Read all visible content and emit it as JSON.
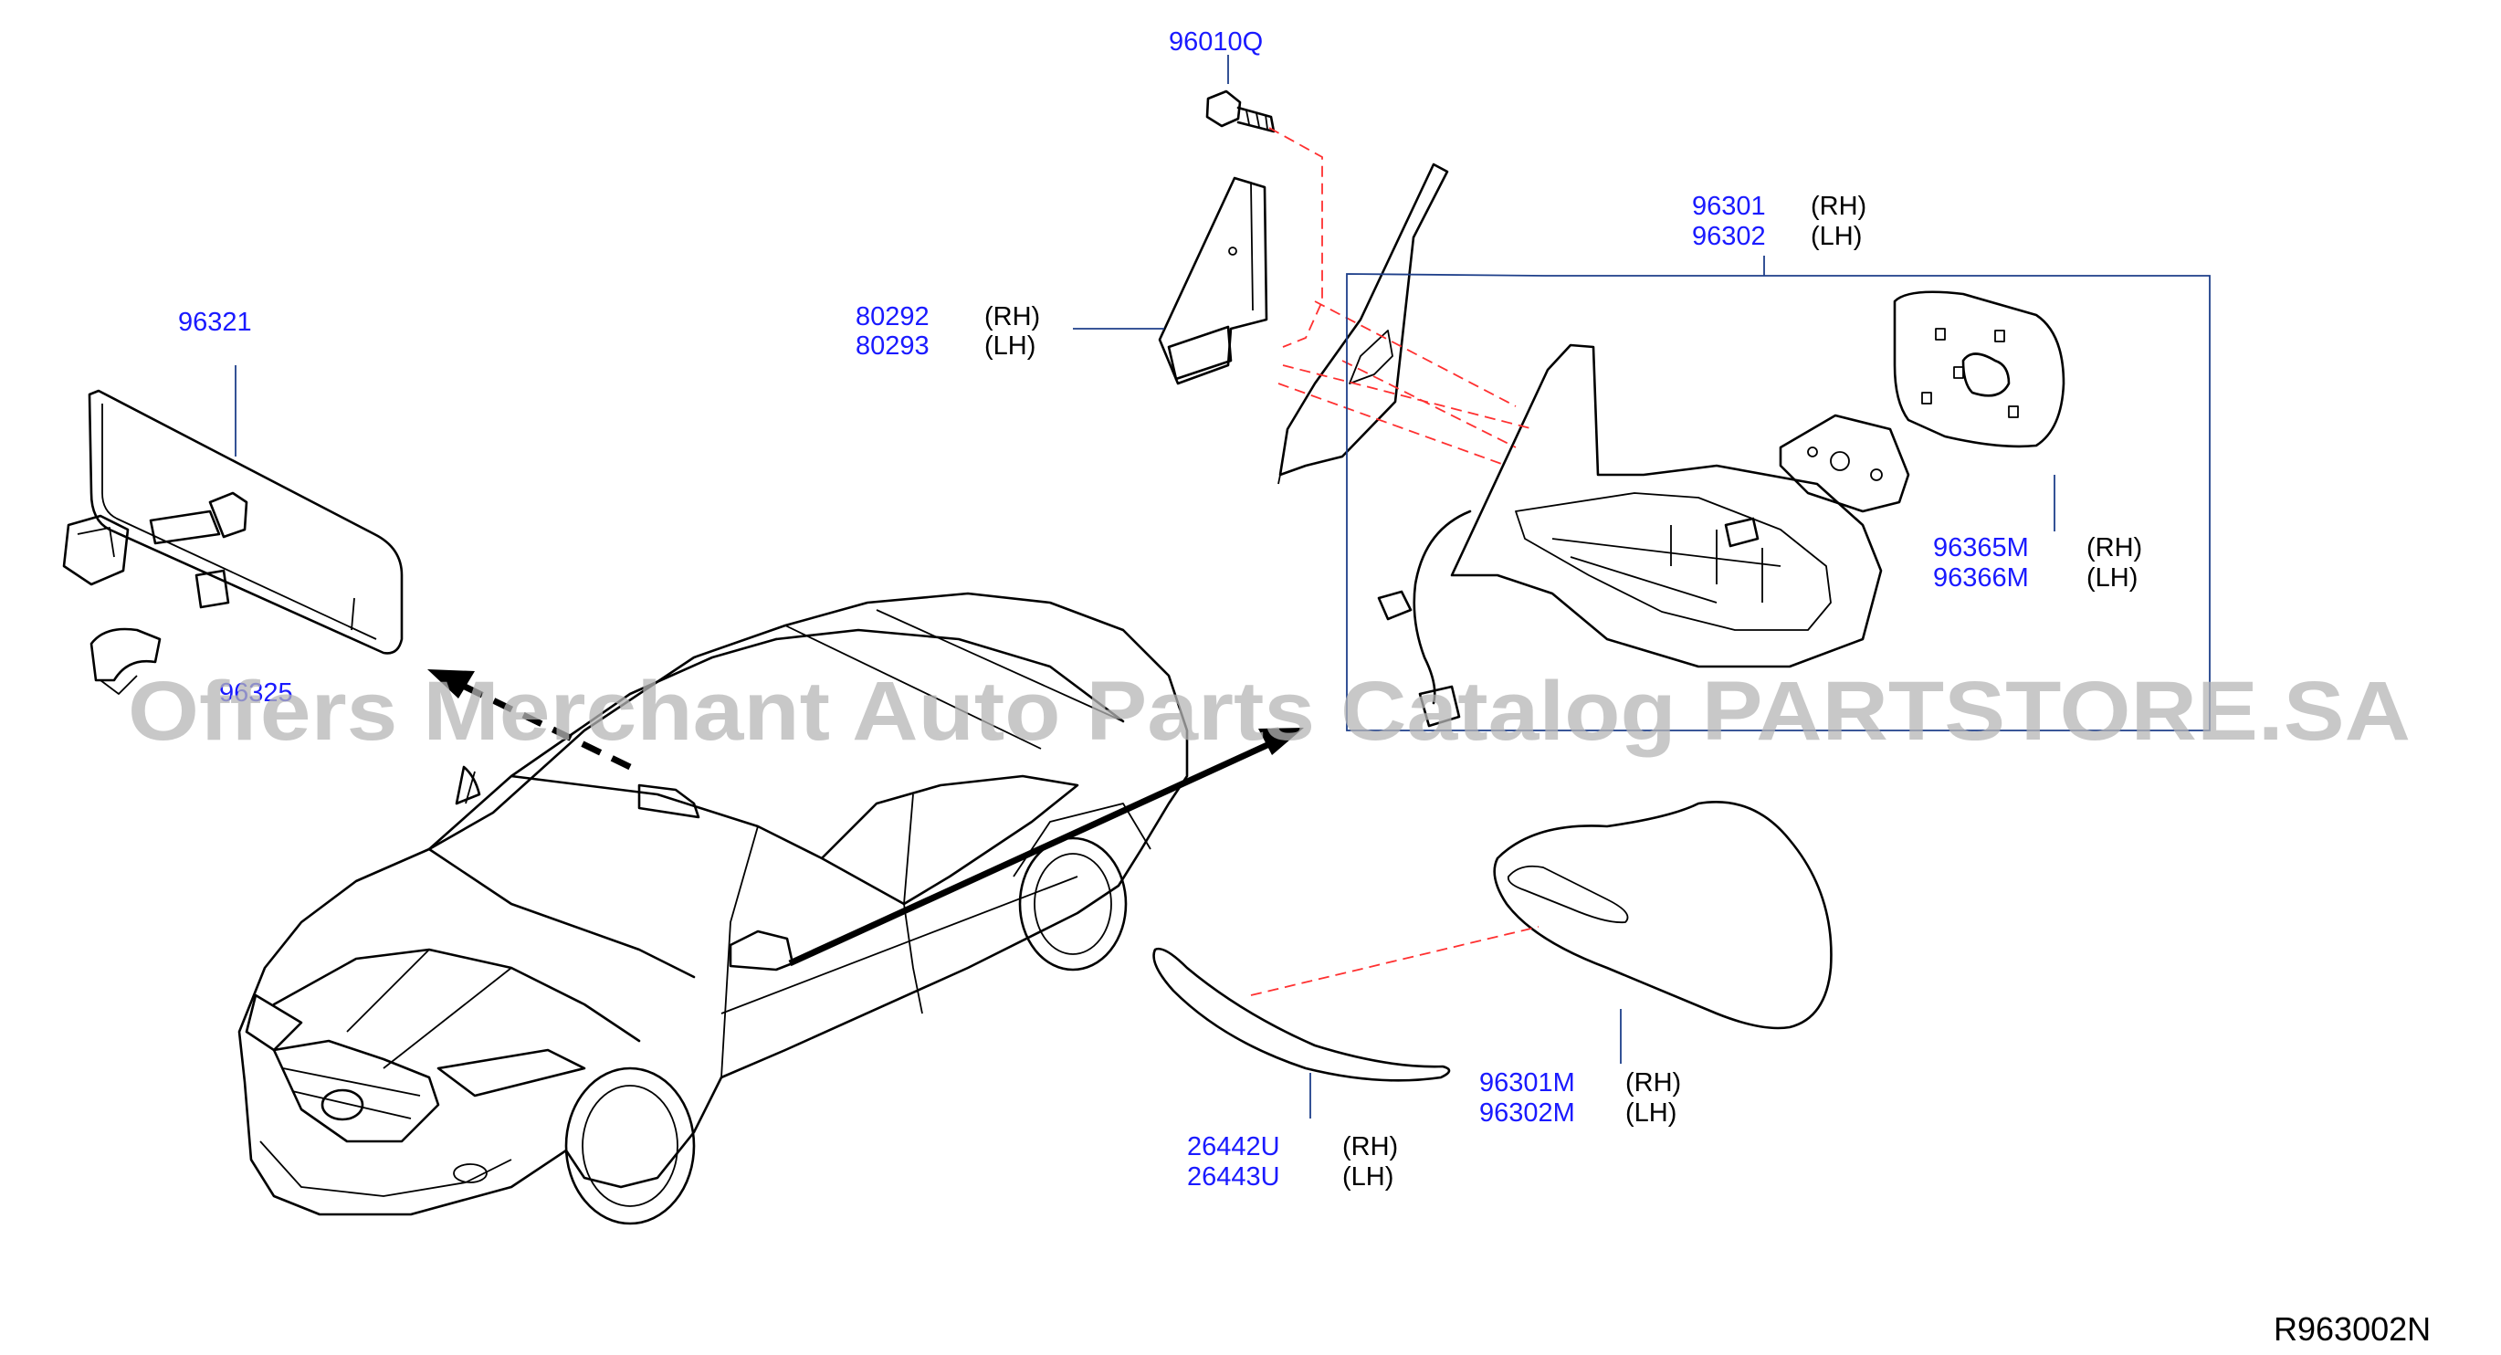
{
  "diagram": {
    "reference_code": "R963002N",
    "watermark": "Offers Merchant Auto Parts Catalog PARTSTORE.SA",
    "callouts": [
      {
        "id": "c1",
        "number": "96010Q"
      },
      {
        "id": "c2",
        "number": "96301",
        "side": "(RH)"
      },
      {
        "id": "c3",
        "number": "96302",
        "side": "(LH)"
      },
      {
        "id": "c4",
        "number": "96321"
      },
      {
        "id": "c5",
        "number": "80292",
        "side": "(RH)"
      },
      {
        "id": "c6",
        "number": "80293",
        "side": "(LH)"
      },
      {
        "id": "c7",
        "number": "96365M",
        "side": "(RH)"
      },
      {
        "id": "c8",
        "number": "96366M",
        "side": "(LH)"
      },
      {
        "id": "c9",
        "number": "96325"
      },
      {
        "id": "c10",
        "number": "96301M",
        "side": "(RH)"
      },
      {
        "id": "c11",
        "number": "96302M",
        "side": "(LH)"
      },
      {
        "id": "c12",
        "number": "26442U",
        "side": "(RH)"
      },
      {
        "id": "c13",
        "number": "26443U",
        "side": "(LH)"
      }
    ]
  }
}
